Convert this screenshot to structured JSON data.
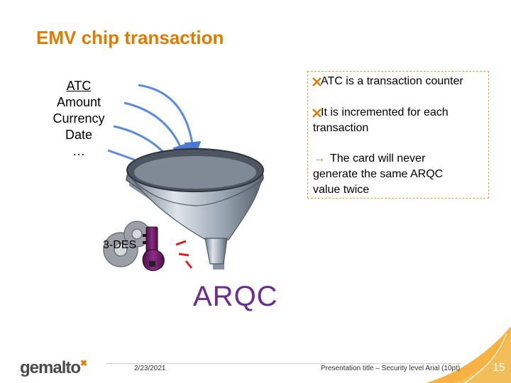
{
  "slide": {
    "title": "EMV chip transaction",
    "inputs": [
      "ATC",
      "Amount",
      "Currency",
      "Date",
      "…"
    ],
    "box": {
      "bullet1": "ATC is a transaction counter",
      "bullet2": "It is incremented for each",
      "bullet2b": "transaction",
      "sub1": "The card will never",
      "sub2": "generate the same ARQC",
      "sub3": "value twice"
    },
    "des_label": "3-DES",
    "output": "ARQC"
  },
  "footer": {
    "logo": "gemalto",
    "date": "2/23/2021",
    "presentation_title": "Presentation title – Security level Arial (10pt)",
    "page_number": "15"
  },
  "colors": {
    "title": "#e07b00",
    "arqc": "#6a2c8e",
    "corner": "#f5a623"
  }
}
